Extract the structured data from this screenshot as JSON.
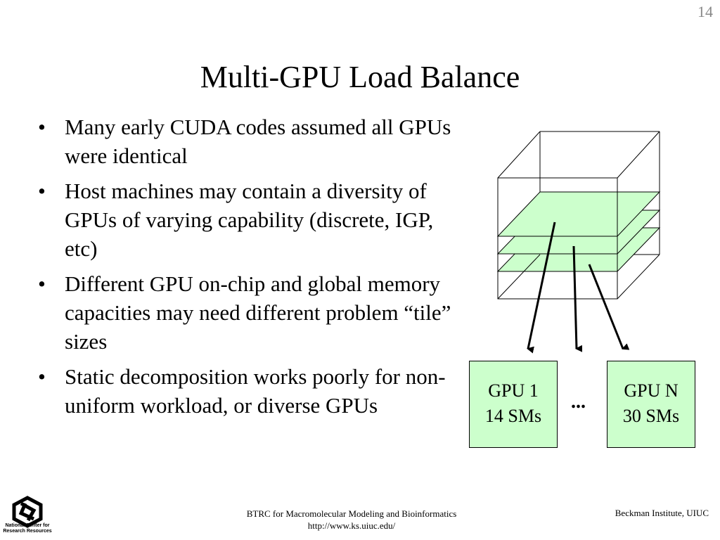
{
  "slide": {
    "number": "14",
    "title": "Multi-GPU Load Balance"
  },
  "bullets": [
    {
      "marker": "•",
      "text": "Many early CUDA codes assumed all GPUs were identical"
    },
    {
      "marker": "•",
      "text": "Host machines may contain a diversity of GPUs of varying capability (discrete, IGP, etc)"
    },
    {
      "marker": "•",
      "text": "Different GPU on-chip and global memory capacities may need different problem “tile” sizes"
    },
    {
      "marker": "•",
      "text": "Static decomposition works poorly for non-uniform workload, or diverse GPUs"
    }
  ],
  "diagram": {
    "gpu1": {
      "line1": "GPU 1",
      "line2": "14 SMs"
    },
    "gpun": {
      "line1": "GPU N",
      "line2": "30 SMs"
    },
    "ellipsis": "...",
    "slab_color": "#ccffcc",
    "slab_count": 3
  },
  "footer": {
    "center_line1": "BTRC for Macromolecular Modeling and Bioinformatics",
    "center_line2": "http://www.ks.uiuc.edu/",
    "right": "Beckman Institute, UIUC",
    "logo_text": "National Center for Research Resources"
  }
}
